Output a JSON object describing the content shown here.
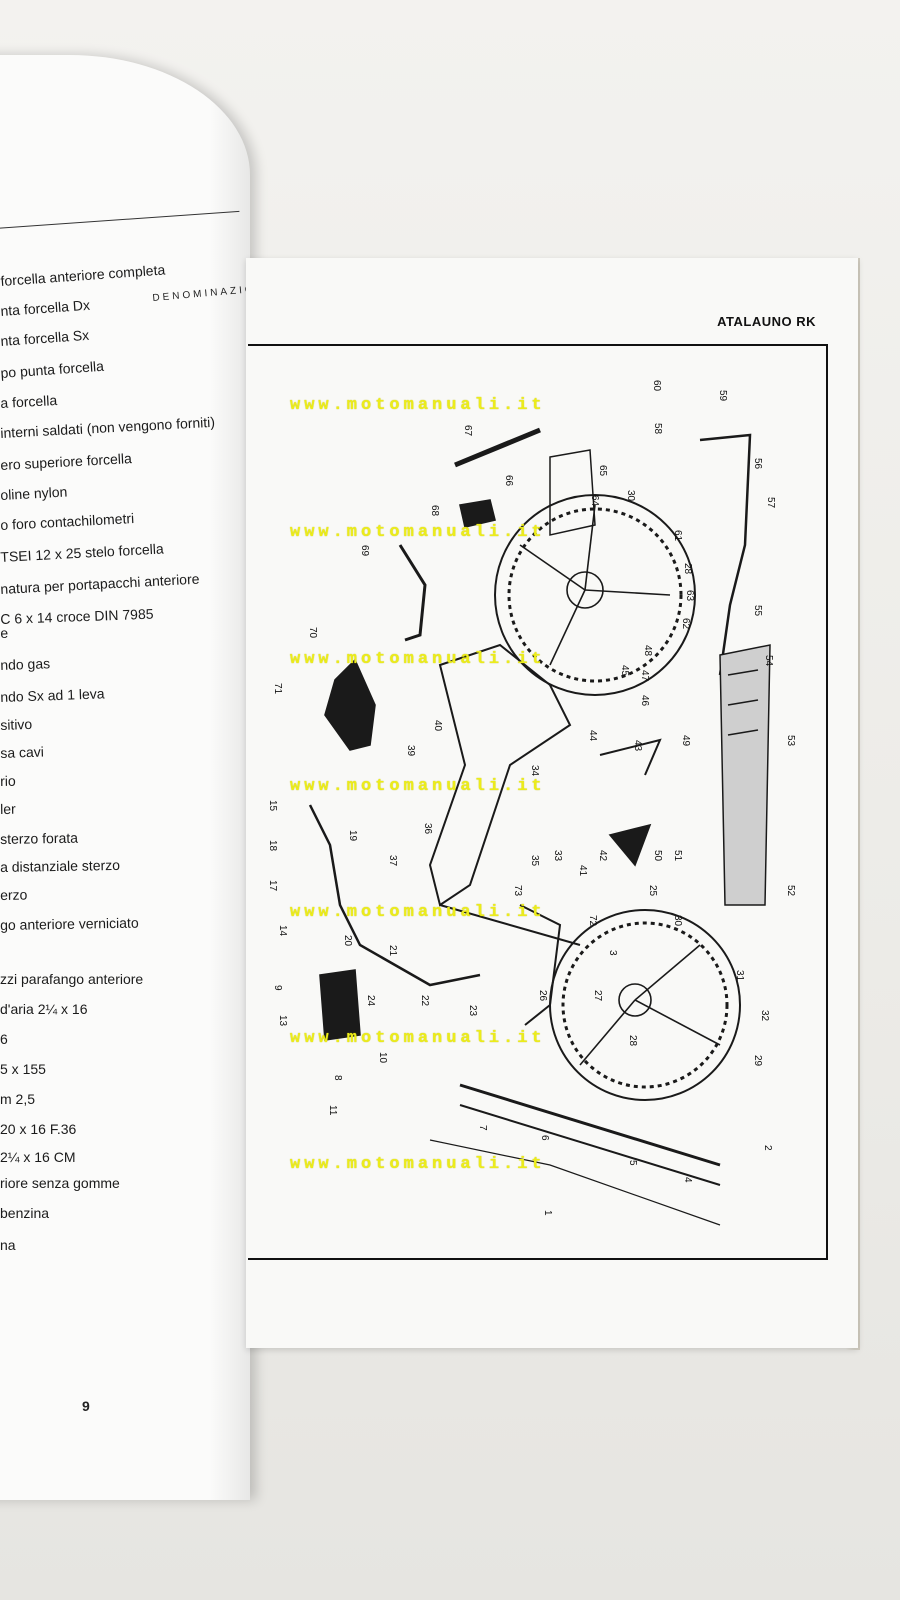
{
  "left_page": {
    "column_header": "DENOMINAZIONE",
    "page_number": "9",
    "parts": [
      "forcella anteriore completa",
      "nta forcella Dx",
      "nta forcella Sx",
      "po punta forcella",
      "a forcella",
      "interni saldati (non vengono forniti)",
      "ero superiore forcella",
      "oline nylon",
      "o foro contachilometri",
      "TSEI 12 x 25 stelo forcella",
      "natura per portapacchi anteriore",
      "C 6 x 14 croce DIN 7985",
      "e",
      "ndo gas",
      "ndo Sx ad 1 leva",
      "sitivo",
      "sa cavi",
      "rio",
      "ler",
      "sterzo forata",
      "a distanziale sterzo",
      "erzo",
      "go anteriore verniciato",
      "zzi parafango anteriore",
      "d'aria 2¼ x 16",
      "6",
      "5 x 155",
      "m 2,5",
      "20 x 16 F.36",
      "2¼ x 16 CM",
      "riore senza gomme",
      "benzina",
      "na"
    ]
  },
  "right_page": {
    "title": "ATALAUNO RK",
    "watermark": "www.motomanuali.it"
  }
}
